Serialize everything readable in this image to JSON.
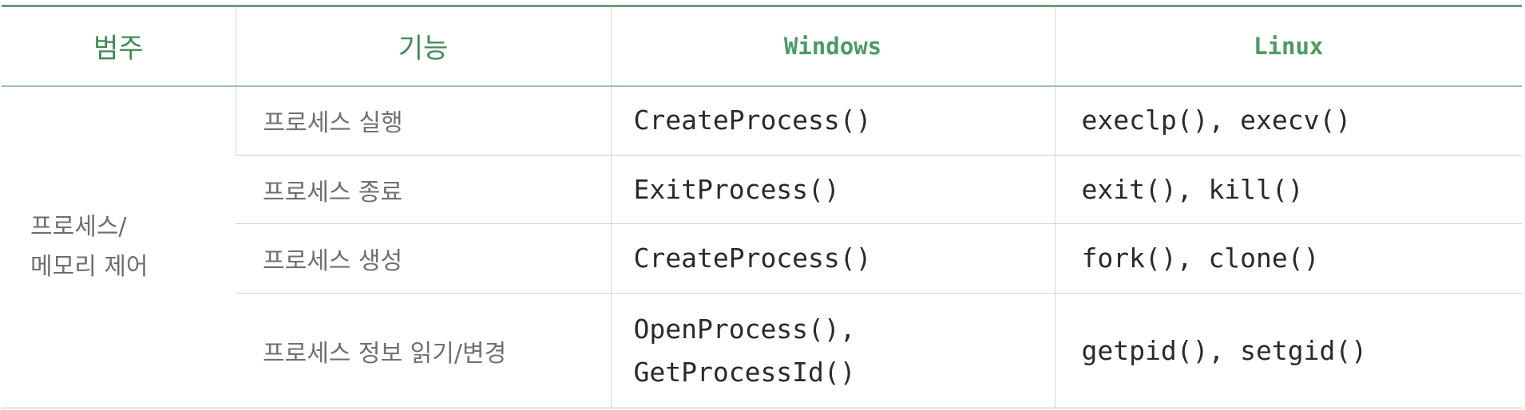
{
  "table": {
    "headers": {
      "category": "범주",
      "function": "기능",
      "windows": "Windows",
      "linux": "Linux"
    },
    "category": {
      "line1": "프로세스/",
      "line2": "메모리 제어"
    },
    "rows": [
      {
        "function": "프로세스 실행",
        "windows": [
          "CreateProcess()"
        ],
        "linux": "execlp(), execv()"
      },
      {
        "function": "프로세스 종료",
        "windows": [
          "ExitProcess()"
        ],
        "linux": "exit(), kill()"
      },
      {
        "function": "프로세스 생성",
        "windows": [
          "CreateProcess()"
        ],
        "linux": "fork(), clone()"
      },
      {
        "function": "프로세스 정보 읽기/변경",
        "windows": [
          "OpenProcess(),",
          "GetProcessId()"
        ],
        "linux": "getpid(), setgid()"
      }
    ]
  }
}
